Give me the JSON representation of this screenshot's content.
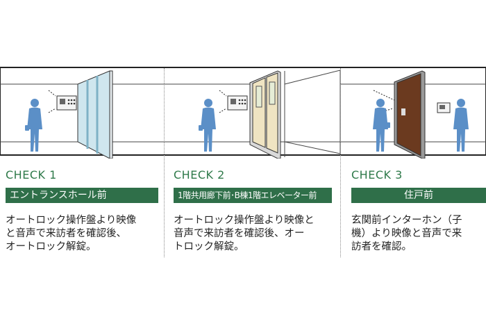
{
  "checks": [
    {
      "title": "CHECK 1",
      "location": "エントランスホール前",
      "description": "オートロック操作盤より映像\nと音声で来訪者を確認後、\nオートロック解錠。"
    },
    {
      "title": "CHECK 2",
      "location": "1階共用廊下前･B棟1階エレベーター前",
      "description": "オートロック操作盤より映像と\n音声で来訪者を確認後、オー\nトロック解錠。"
    },
    {
      "title": "CHECK 3",
      "location": "住戸前",
      "description": "玄関前インターホン（子\n機）より映像と音声で来\n訪者を確認。"
    }
  ],
  "colors": {
    "accent_bar": "#2f6f49",
    "check_title": "#2f7a4a",
    "person": "#5b8fc7",
    "glass": "#b9d9e8",
    "elevator_door": "#efe4c2",
    "unit_door": "#6b3a1f"
  },
  "icons": [
    "person-icon",
    "intercom-panel-icon",
    "glass-door-icon",
    "elevator-door-icon",
    "unit-door-icon",
    "intercom-handset-icon"
  ]
}
